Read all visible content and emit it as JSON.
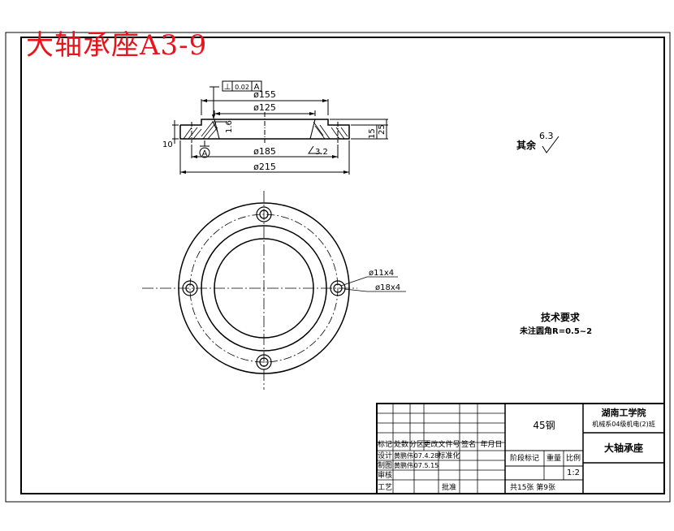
{
  "header": {
    "title": "大轴承座A3-9"
  },
  "section_view": {
    "tolerance": {
      "symbol": "⊥",
      "value": "0.02",
      "datum": "A"
    },
    "dims": {
      "d155": "ø155",
      "d125": "ø125",
      "d185": "ø185",
      "d215": "ø215",
      "h10": "10",
      "h15": "15",
      "h25": "25"
    },
    "roughness": {
      "r16": "1.6",
      "r32": "3.2"
    },
    "datum_label": "A"
  },
  "plan_view": {
    "hole_small": "ø11x4",
    "hole_large": "ø18x4"
  },
  "surface_note": {
    "label": "其余",
    "value": "6.3"
  },
  "requirements": {
    "title": "技术要求",
    "line1": "未注圆角R=0.5~2"
  },
  "title_block": {
    "material": "45钢",
    "school": "湖南工学院",
    "class_name": "机械系04级机电(2)班",
    "part_name": "大轴承座",
    "headers": {
      "mark": "标记",
      "count": "处数",
      "zone": "分区",
      "doc": "更改文件号",
      "sign": "签名",
      "date": "年月日"
    },
    "rows": {
      "design": "设计",
      "design_name": "黄鹏伟",
      "design_date": "07.4.28",
      "std": "标准化",
      "drafter": "制图",
      "drafter_name": "黄鹏伟",
      "drafter_date": "07.5.15",
      "review": "审核",
      "craft": "工艺",
      "approve": "批准"
    },
    "stage_mark": "阶段标记",
    "weight": "重量",
    "scale_label": "比例",
    "scale_value": "1:2",
    "sheets": "共15张 第9张"
  }
}
